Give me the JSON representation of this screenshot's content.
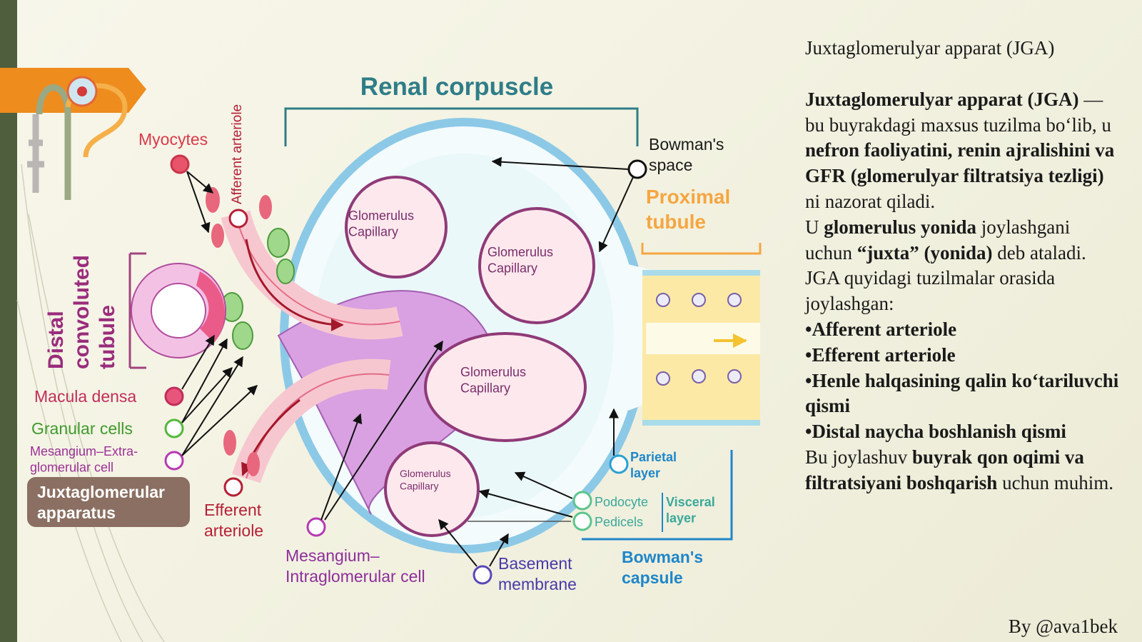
{
  "colors": {
    "accent_orange": "#ee8c1e",
    "sidebar_green": "#4f5e3c",
    "title_teal": "#2f7d87",
    "myocyte_red": "#d83a4a",
    "mesangium_purple": "#b53ab3",
    "granular_green": "#53b83a",
    "bowman_blue": "#1f86c9",
    "proximal_orange": "#f5a641"
  },
  "icons": {
    "corner_logo": "nephron-icon"
  },
  "diagram": {
    "title": "Renal corpuscle",
    "labels": {
      "myocytes": "Myocytes",
      "afferent_arteriole": "Afferent arteriole",
      "bowmans_space": "Bowman's\nspace",
      "proximal_tubule": "Proximal\ntubule",
      "distal_tubule": "Distal\nconvoluted\ntubule",
      "macula_densa": "Macula densa",
      "granular_cells": "Granular cells",
      "extraglomerular": "Mesangium–Extra-\nglomerular cell",
      "jga_box": "Juxtaglomerular\napparatus",
      "efferent_arteriole": "Efferent\narteriole",
      "intraglomerular": "Mesangium–\nIntraglomerular cell",
      "basement_membrane": "Basement\nmembrane",
      "parietal_layer": "Parietal\nlayer",
      "podocyte": "Podocyte",
      "pedicels": "Pedicels",
      "visceral_layer": "Visceral\nlayer",
      "bowmans_capsule": "Bowman's\ncapsule",
      "capillary": "Glomerulus\nCapillary"
    }
  },
  "text_panel": {
    "title": "Juxtaglomerulyar apparat (JGA)",
    "p1": [
      {
        "t": "Juxtaglomerulyar apparat (JGA)",
        "b": true
      },
      {
        "t": " — bu buyrakdagi maxsus tuzilma bo‘lib, u ",
        "b": false
      },
      {
        "t": "nefron faoliyatini, renin ajralishini va GFR (glomerulyar filtratsiya tezligi)",
        "b": true
      },
      {
        "t": " ni nazorat qiladi.",
        "b": false
      }
    ],
    "p2": [
      {
        "t": "U ",
        "b": false
      },
      {
        "t": "glomerulus yonida",
        "b": true
      },
      {
        "t": " joylashgani uchun ",
        "b": false
      },
      {
        "t": "“juxta” (yonida)",
        "b": true
      },
      {
        "t": " deb ataladi.",
        "b": false
      }
    ],
    "p3": "JGA quyidagi tuzilmalar orasida joylashgan:",
    "bullets": [
      "•Afferent arteriole",
      "•Efferent arteriole",
      "•Henle halqasining qalin ko‘tariluvchi qismi",
      "•Distal naycha boshlanish qismi"
    ],
    "p4": [
      {
        "t": "Bu joylashuv ",
        "b": false
      },
      {
        "t": "buyrak qon oqimi va filtratsiyani boshqarish",
        "b": true
      },
      {
        "t": " uchun muhim.",
        "b": false
      }
    ]
  },
  "credit": "By @ava1bek"
}
